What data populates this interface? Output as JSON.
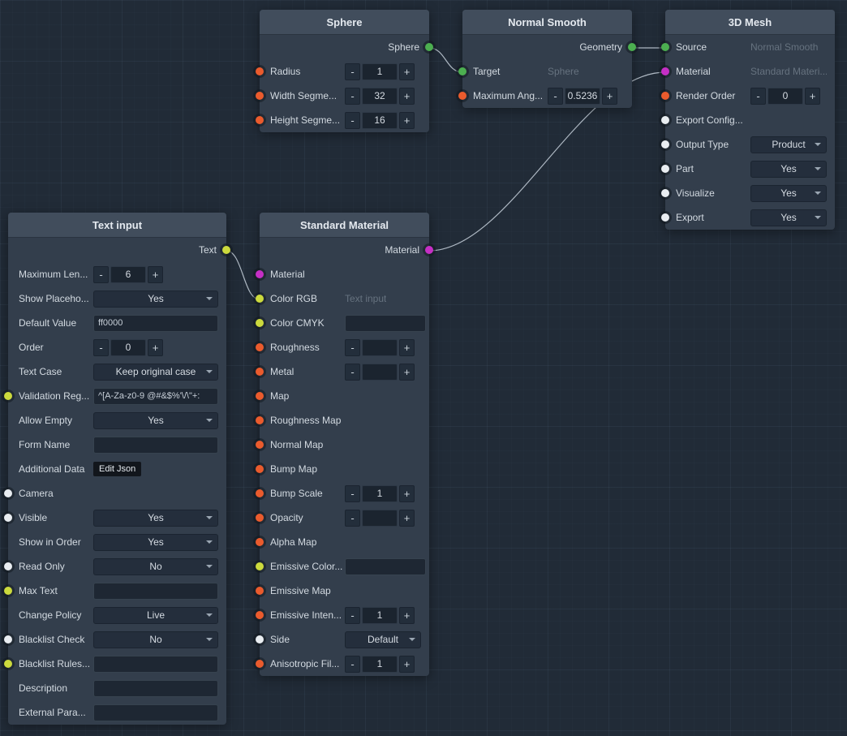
{
  "port_colors": {
    "geometry": "#4caf50",
    "number": "#ea5b2d",
    "material": "#c52fc5",
    "string": "#ccda3d",
    "any": "#e9edf1"
  },
  "controls": {
    "minus": "-",
    "plus": "+"
  },
  "nodes": {
    "sphere": {
      "title": "Sphere",
      "output_label": "Sphere",
      "rows": [
        {
          "label": "Radius",
          "value": "1"
        },
        {
          "label": "Width Segme...",
          "value": "32"
        },
        {
          "label": "Height Segme...",
          "value": "16"
        }
      ]
    },
    "normal_smooth": {
      "title": "Normal Smooth",
      "output_label": "Geometry",
      "rows": [
        {
          "label": "Target",
          "value": "Sphere"
        },
        {
          "label": "Maximum Ang...",
          "value": "0.5236"
        }
      ]
    },
    "mesh3d": {
      "title": "3D Mesh",
      "rows": [
        {
          "label": "Source",
          "value": "Normal Smooth"
        },
        {
          "label": "Material",
          "value": "Standard Materi..."
        },
        {
          "label": "Render Order",
          "value": "0"
        },
        {
          "label": "Export Config..."
        },
        {
          "label": "Output Type",
          "value": "Product"
        },
        {
          "label": "Part",
          "value": "Yes"
        },
        {
          "label": "Visualize",
          "value": "Yes"
        },
        {
          "label": "Export",
          "value": "Yes"
        }
      ]
    },
    "text_input": {
      "title": "Text input",
      "output_label": "Text",
      "rows": [
        {
          "label": "Maximum Len...",
          "value": "6"
        },
        {
          "label": "Show Placeho...",
          "value": "Yes"
        },
        {
          "label": "Default Value",
          "value": "ff0000"
        },
        {
          "label": "Order",
          "value": "0"
        },
        {
          "label": "Text Case",
          "value": "Keep original case"
        },
        {
          "label": "Validation Reg...",
          "value": "^[A-Za-z0-9 @#&$%'\\/\\\"+:"
        },
        {
          "label": "Allow Empty",
          "value": "Yes"
        },
        {
          "label": "Form Name",
          "value": ""
        },
        {
          "label": "Additional Data",
          "value": "Edit Json"
        },
        {
          "label": "Camera"
        },
        {
          "label": "Visible",
          "value": "Yes"
        },
        {
          "label": "Show in Order",
          "value": "Yes"
        },
        {
          "label": "Read Only",
          "value": "No"
        },
        {
          "label": "Max Text",
          "value": ""
        },
        {
          "label": "Change Policy",
          "value": "Live"
        },
        {
          "label": "Blacklist Check",
          "value": "No"
        },
        {
          "label": "Blacklist Rules...",
          "value": ""
        },
        {
          "label": "Description",
          "value": ""
        },
        {
          "label": "External Para...",
          "value": ""
        }
      ]
    },
    "std_material": {
      "title": "Standard Material",
      "output_label": "Material",
      "rows": [
        {
          "label": "Material"
        },
        {
          "label": "Color RGB",
          "value": "Text input"
        },
        {
          "label": "Color CMYK",
          "value": ""
        },
        {
          "label": "Roughness",
          "value": ""
        },
        {
          "label": "Metal",
          "value": ""
        },
        {
          "label": "Map"
        },
        {
          "label": "Roughness Map"
        },
        {
          "label": "Normal Map"
        },
        {
          "label": "Bump Map"
        },
        {
          "label": "Bump Scale",
          "value": "1"
        },
        {
          "label": "Opacity",
          "value": ""
        },
        {
          "label": "Alpha Map"
        },
        {
          "label": "Emissive Color...",
          "value": ""
        },
        {
          "label": "Emissive Map"
        },
        {
          "label": "Emissive Inten...",
          "value": "1"
        },
        {
          "label": "Side",
          "value": "Default"
        },
        {
          "label": "Anisotropic Fil...",
          "value": "1"
        }
      ]
    }
  }
}
